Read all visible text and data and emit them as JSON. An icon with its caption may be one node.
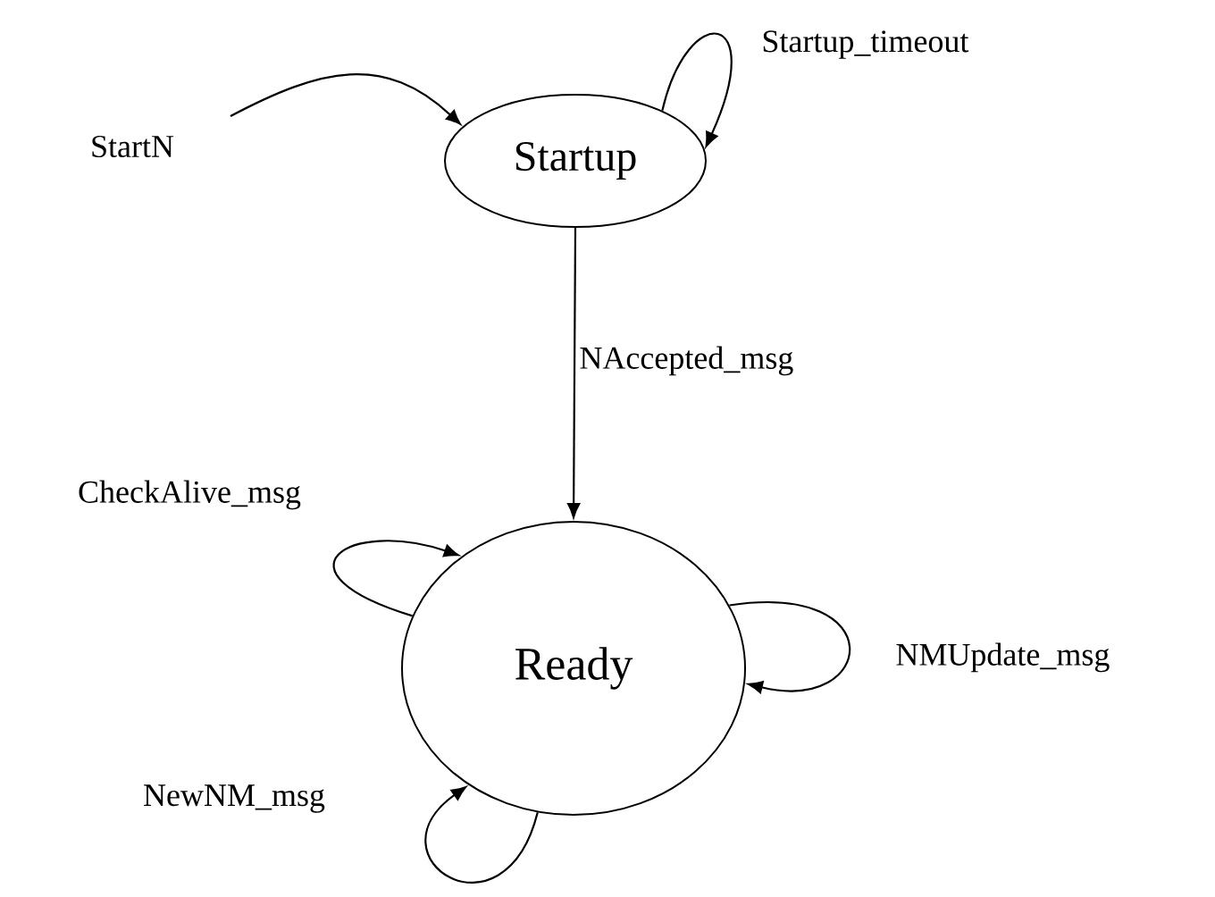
{
  "diagram": {
    "nodes": [
      {
        "text": [
          "Startup"
        ]
      },
      {
        "text": [
          "Ready"
        ]
      }
    ],
    "edges": [
      {
        "from": null,
        "to": 0,
        "arrow": "to",
        "label": "StartN"
      },
      {
        "from": 0,
        "to": 0,
        "arrow": "to",
        "label": "Startup_timeout"
      },
      {
        "from": 0,
        "to": 1,
        "arrow": "to",
        "label": "NAccepted_msg"
      },
      {
        "from": 1,
        "to": 1,
        "arrow": "to",
        "label": "CheckAlive_msg"
      },
      {
        "from": 1,
        "to": 1,
        "arrow": "to",
        "label": "NMUpdate_msg"
      },
      {
        "from": 1,
        "to": 1,
        "arrow": "to",
        "label": "NewNM_msg"
      }
    ]
  }
}
